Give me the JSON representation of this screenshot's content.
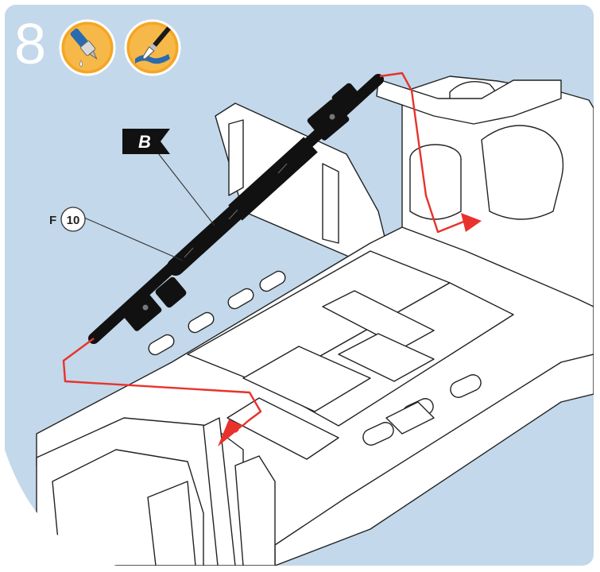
{
  "step": {
    "number": "8",
    "tools": [
      {
        "icon": "glue-icon"
      },
      {
        "icon": "paintbrush-icon"
      }
    ]
  },
  "labels": {
    "flag_part": "B",
    "sheet_letter": "F",
    "part_number": "10"
  },
  "colors": {
    "background": "#c3d8ea",
    "tool_badge": "#f4a623",
    "arrow": "#e8322b",
    "part": "#111111",
    "model": "#ffffff"
  }
}
